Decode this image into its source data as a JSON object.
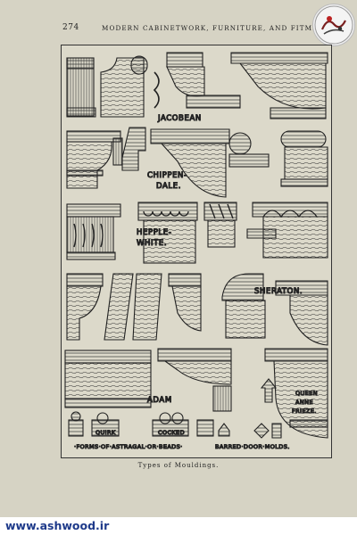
{
  "page": {
    "number": "274",
    "running_head": "MODERN CABINETWORK, FURNITURE, AND FITMENTS.",
    "caption": "Types of Mouldings.",
    "watermark": "www.ashwood.ir"
  },
  "plate": {
    "labels": {
      "jacobean": "JACOBEAN",
      "chippendale_1": "CHIPPEN-",
      "chippendale_2": "DALE.",
      "hepplewhite_1": "HEPPLE-",
      "hepplewhite_2": "WHITE.",
      "sheraton": "SHERATON.",
      "adam": "ADAM",
      "queen_anne_1": "QUEEN",
      "queen_anne_2": "ANNE",
      "queen_anne_3": "FRIEZE.",
      "quirk": "QUIRK",
      "cocked": "COCKED",
      "astragal": "·FORMS·OF·ASTRAGAL·OR·BEADS·",
      "barred_door": "BARRED·DOOR·MOLDS."
    }
  },
  "colors": {
    "paper": "#d6d3c4",
    "ink": "#222222",
    "link_blue": "#1e3a8a"
  }
}
